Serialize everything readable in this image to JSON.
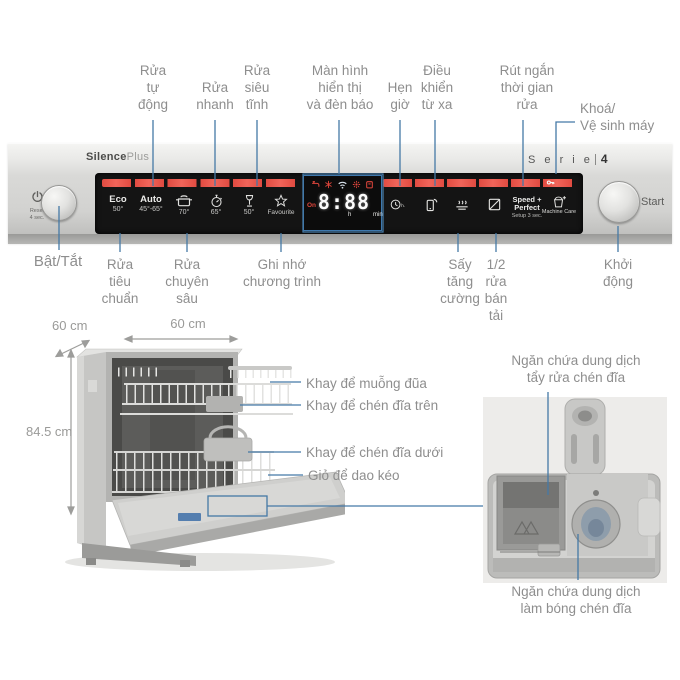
{
  "colors": {
    "accent_blue": "#4579a6",
    "indicator_red": "#e14b41",
    "label_gray": "#8e8e8e"
  },
  "top_labels": [
    {
      "id": "auto-wash",
      "text": "Rửa\ntự\nđộng"
    },
    {
      "id": "quick-wash",
      "text": "Rửa\nnhanh"
    },
    {
      "id": "silent-wash",
      "text": "Rửa\nsiêu\ntĩnh"
    },
    {
      "id": "display",
      "text": "Màn hình\nhiển thị\nvà đèn báo"
    },
    {
      "id": "timer",
      "text": "Hẹn\ngiờ"
    },
    {
      "id": "remote",
      "text": "Điều\nkhiển\ntừ xa"
    },
    {
      "id": "shorten-time",
      "text": "Rút ngắn\nthời gian\nrửa"
    },
    {
      "id": "lock-clean",
      "text": "Khoá/\nVệ sinh máy"
    }
  ],
  "bottom_labels": [
    {
      "id": "on-off",
      "text": "Bật/Tắt"
    },
    {
      "id": "standard-wash",
      "text": "Rửa\ntiêu\nchuẩn"
    },
    {
      "id": "intensive-wash",
      "text": "Rửa\nchuyên\nsâu"
    },
    {
      "id": "memory",
      "text": "Ghi nhớ\nchương trình"
    },
    {
      "id": "extra-dry",
      "text": "Sấy\ntăng\ncường"
    },
    {
      "id": "half-load",
      "text": "1/2\nrửa\nbán\ntải"
    },
    {
      "id": "start",
      "text": "Khởi\nđộng"
    }
  ],
  "panel": {
    "brand_bold": "Silence",
    "brand_light": "Plus",
    "serie": "S e r i e",
    "serie_num": "4",
    "power_reset": "Reset\n4 sec.",
    "start_label": "Start",
    "programs": [
      {
        "name": "Eco",
        "temp": "50°"
      },
      {
        "name": "Auto",
        "temp": "45°-65°"
      },
      {
        "name": "",
        "temp": "70°"
      },
      {
        "name": "",
        "temp": "65°"
      },
      {
        "name": "",
        "temp": "50°"
      },
      {
        "name": "Favourite",
        "temp": ""
      }
    ],
    "display": {
      "on": "On",
      "time": "8:88",
      "hour": "h",
      "min": "min"
    },
    "options": {
      "timer_suffix": "h.",
      "speed": "Speed +\nPerfect",
      "speed_sub": "Setup 3 sec.",
      "machine_care": "Machine Care"
    }
  },
  "dishwasher": {
    "depth": "60 cm",
    "width": "60 cm",
    "height": "84.5 cm",
    "parts": [
      {
        "id": "cutlery-tray",
        "text": "Khay để muỗng đũa"
      },
      {
        "id": "upper-rack",
        "text": "Khay để chén đĩa trên"
      },
      {
        "id": "lower-rack",
        "text": "Khay để chén đĩa dưới"
      },
      {
        "id": "cutlery-basket",
        "text": "Giỏ để dao kéo"
      }
    ]
  },
  "dispenser": {
    "top_label": "Ngăn chứa dung dịch\ntẩy rửa chén đĩa",
    "bottom_label": "Ngăn chứa dung dịch\nlàm bóng chén đĩa"
  }
}
